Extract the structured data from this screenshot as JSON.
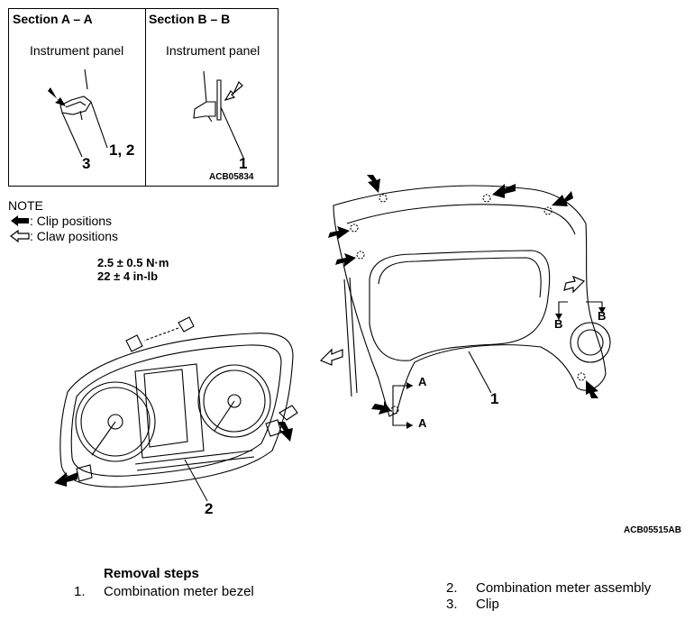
{
  "sections": {
    "a": {
      "title": "Section A – A",
      "panel_label": "Instrument panel",
      "callout_3": "3",
      "callout_12": "1, 2"
    },
    "b": {
      "title": "Section B – B",
      "panel_label": "Instrument panel",
      "callout_1": "1",
      "code": "ACB05834"
    }
  },
  "note": {
    "heading": "NOTE",
    "clip": ": Clip positions",
    "claw": ": Claw positions"
  },
  "torque": {
    "metric": "2.5 ± 0.5 N·m",
    "imperial": "22 ± 4 in-lb"
  },
  "callouts": {
    "meter_assembly": "2",
    "bezel": "1",
    "section_a": "A",
    "section_b": "B"
  },
  "figure_code": "ACB05515AB",
  "removal": {
    "title": "Removal steps",
    "steps": [
      {
        "num": "1.",
        "text": "Combination meter bezel"
      },
      {
        "num": "2.",
        "text": "Combination meter assembly"
      },
      {
        "num": "3.",
        "text": "Clip"
      }
    ]
  }
}
